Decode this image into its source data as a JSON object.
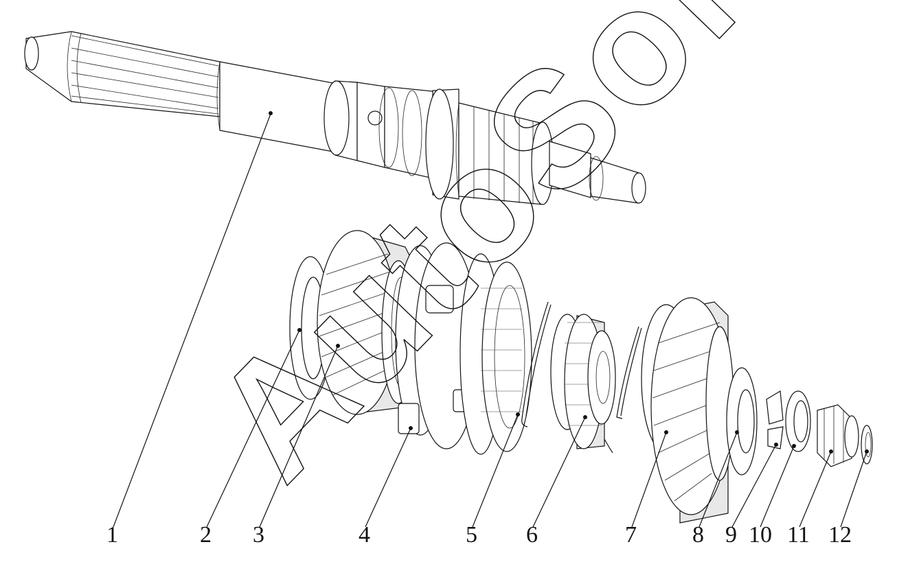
{
  "diagram": {
    "parts": [
      {
        "number": "1",
        "icon": "mainshaft-icon"
      },
      {
        "number": "2",
        "icon": "thrust-washer-icon"
      },
      {
        "number": "3",
        "icon": "helical-gear-icon"
      },
      {
        "number": "4",
        "icon": "synchronizer-assembly-icon"
      },
      {
        "number": "5",
        "icon": "snap-ring-icon"
      },
      {
        "number": "6",
        "icon": "sliding-sleeve-icon"
      },
      {
        "number": "7",
        "icon": "helical-gear-icon"
      },
      {
        "number": "8",
        "icon": "spacer-washer-icon"
      },
      {
        "number": "9",
        "icon": "split-ring-icon"
      },
      {
        "number": "10",
        "icon": "washer-icon"
      },
      {
        "number": "11",
        "icon": "nut-icon"
      },
      {
        "number": "12",
        "icon": "retaining-ring-icon"
      }
    ],
    "watermark": "AutoSoft"
  }
}
